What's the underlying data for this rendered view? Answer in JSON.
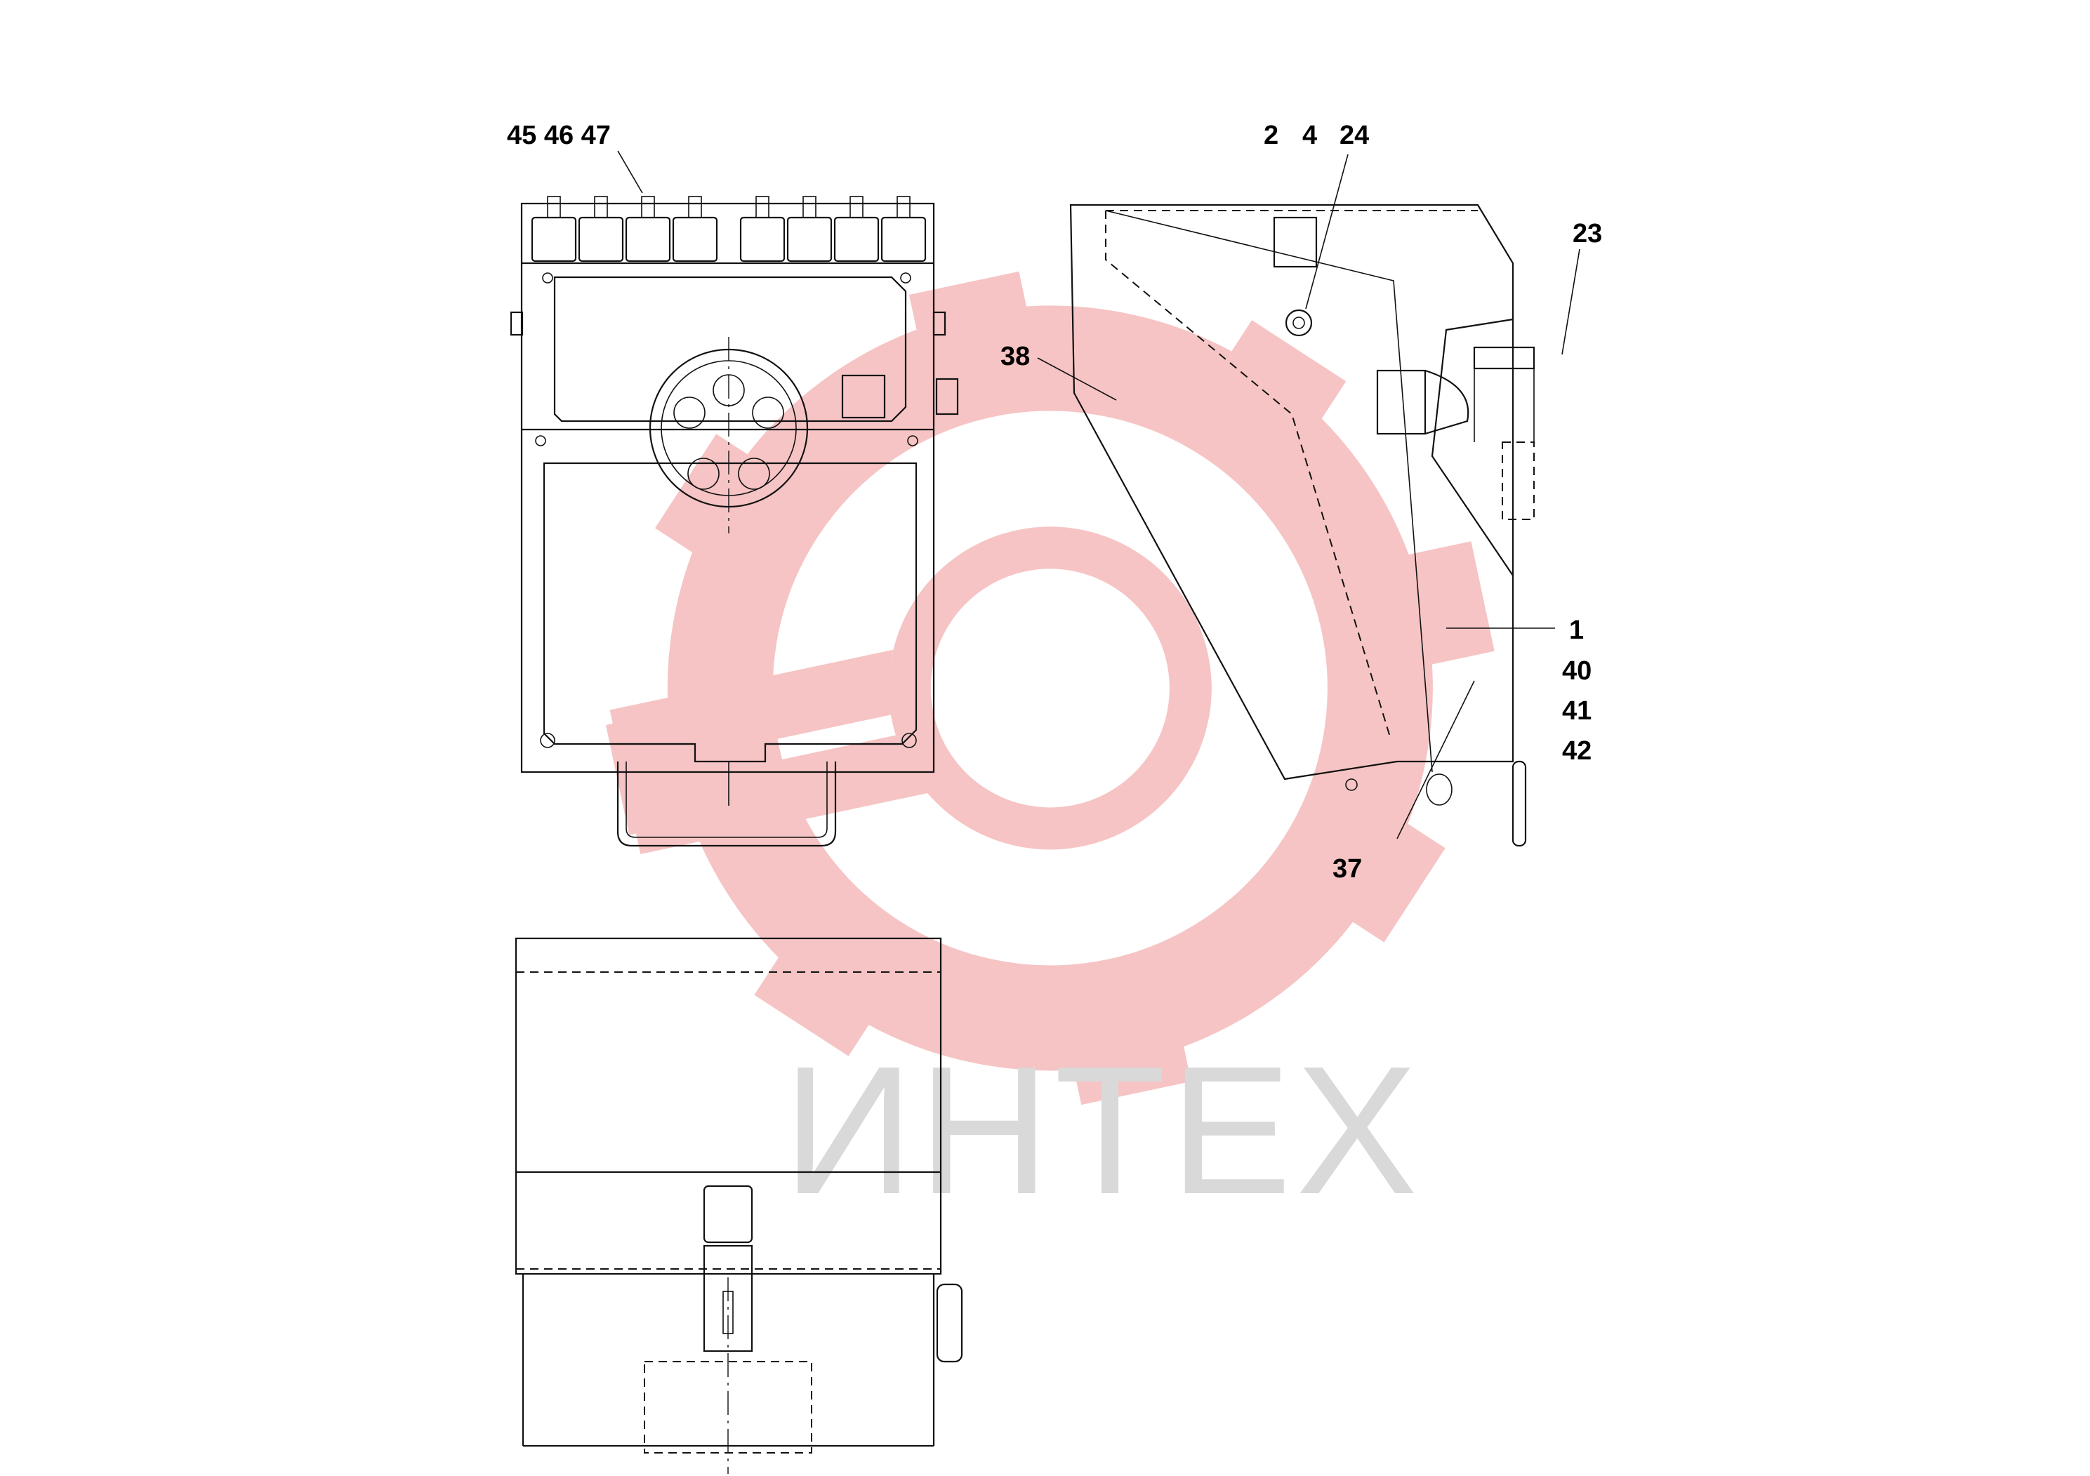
{
  "watermark": {
    "text": "ИНТЕХ",
    "color": "#f6c4c4",
    "text_color": "#d9d9d9"
  },
  "callouts": {
    "front_top": "45 46 47",
    "side_a": "2",
    "side_b": "4",
    "side_c": "24",
    "side_right_top": "23",
    "side_left": "38",
    "side_right_1": "1",
    "side_right_2": "40",
    "side_right_3": "41",
    "side_right_4": "42",
    "side_bottom": "37"
  }
}
